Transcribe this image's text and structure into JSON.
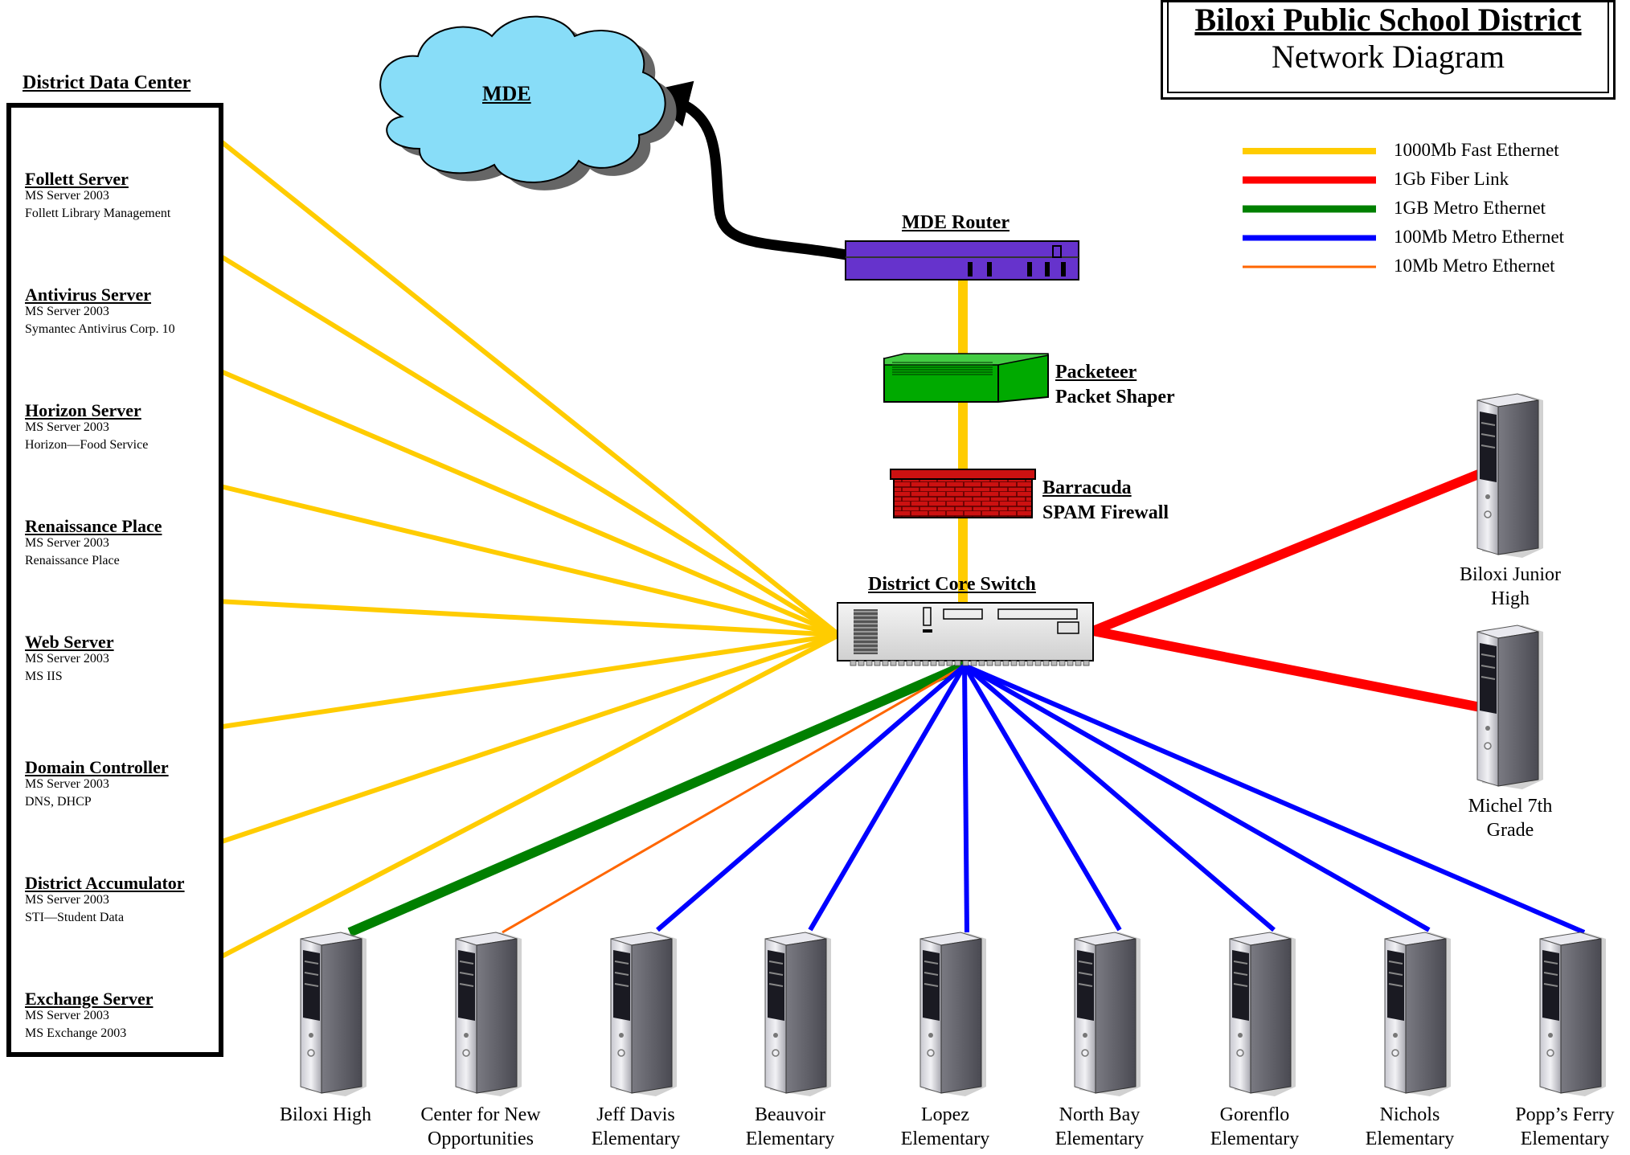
{
  "header": {
    "title": "Biloxi Public School District",
    "subtitle": "Network Diagram"
  },
  "legend": [
    {
      "label": "1000Mb Fast Ethernet",
      "color": "#FFCC00"
    },
    {
      "label": "1Gb Fiber Link",
      "color": "#FF0000"
    },
    {
      "label": "1GB Metro Ethernet",
      "color": "#008000"
    },
    {
      "label": "100Mb Metro Ethernet",
      "color": "#0000FF"
    },
    {
      "label": "10Mb Metro Ethernet",
      "color": "#FF6600"
    }
  ],
  "cloud": {
    "label": "MDE",
    "color": "#88DDF8"
  },
  "devices": {
    "router": {
      "label": "MDE Router",
      "color": "#6633CC"
    },
    "shaper": {
      "line1": "Packeteer",
      "line2": "Packet Shaper",
      "color": "#00AA00"
    },
    "firewall": {
      "line1": "Barracuda",
      "line2": "SPAM Firewall",
      "color": "#CC0000"
    },
    "core_switch": {
      "label": "District Core Switch"
    }
  },
  "data_center": {
    "title": "District Data Center",
    "servers": [
      {
        "name": "Follett Server",
        "os": "MS Server 2003",
        "role": "Follett Library Management"
      },
      {
        "name": "Antivirus Server",
        "os": "MS Server 2003",
        "role": "Symantec Antivirus Corp. 10"
      },
      {
        "name": "Horizon Server",
        "os": "MS Server 2003",
        "role": "Horizon—Food Service"
      },
      {
        "name": "Renaissance Place",
        "os": "MS Server 2003",
        "role": "Renaissance Place"
      },
      {
        "name": "Web Server",
        "os": "MS Server 2003",
        "role": "MS IIS"
      },
      {
        "name": "Domain Controller",
        "os": "MS Server 2003",
        "role": "DNS, DHCP"
      },
      {
        "name": "District Accumulator",
        "os": "MS Server 2003",
        "role": "STI—Student Data"
      },
      {
        "name": "Exchange Server",
        "os": "MS Server 2003",
        "role": "MS Exchange 2003"
      }
    ]
  },
  "fiber_sites": [
    {
      "line1": "Biloxi Junior",
      "line2": "High"
    },
    {
      "line1": "Michel 7th",
      "line2": "Grade"
    }
  ],
  "school_sites": [
    {
      "line1": "Biloxi High",
      "line2": "",
      "link": "#008000"
    },
    {
      "line1": "Center for New",
      "line2": "Opportunities",
      "link": "#FF6600"
    },
    {
      "line1": "Jeff Davis",
      "line2": "Elementary",
      "link": "#0000FF"
    },
    {
      "line1": "Beauvoir",
      "line2": "Elementary",
      "link": "#0000FF"
    },
    {
      "line1": "Lopez",
      "line2": "Elementary",
      "link": "#0000FF"
    },
    {
      "line1": "North Bay",
      "line2": "Elementary",
      "link": "#0000FF"
    },
    {
      "line1": "Gorenflo",
      "line2": "Elementary",
      "link": "#0000FF"
    },
    {
      "line1": "Nichols",
      "line2": "Elementary",
      "link": "#0000FF"
    },
    {
      "line1": "Popp’s Ferry",
      "line2": "Elementary",
      "link": "#0000FF"
    }
  ]
}
